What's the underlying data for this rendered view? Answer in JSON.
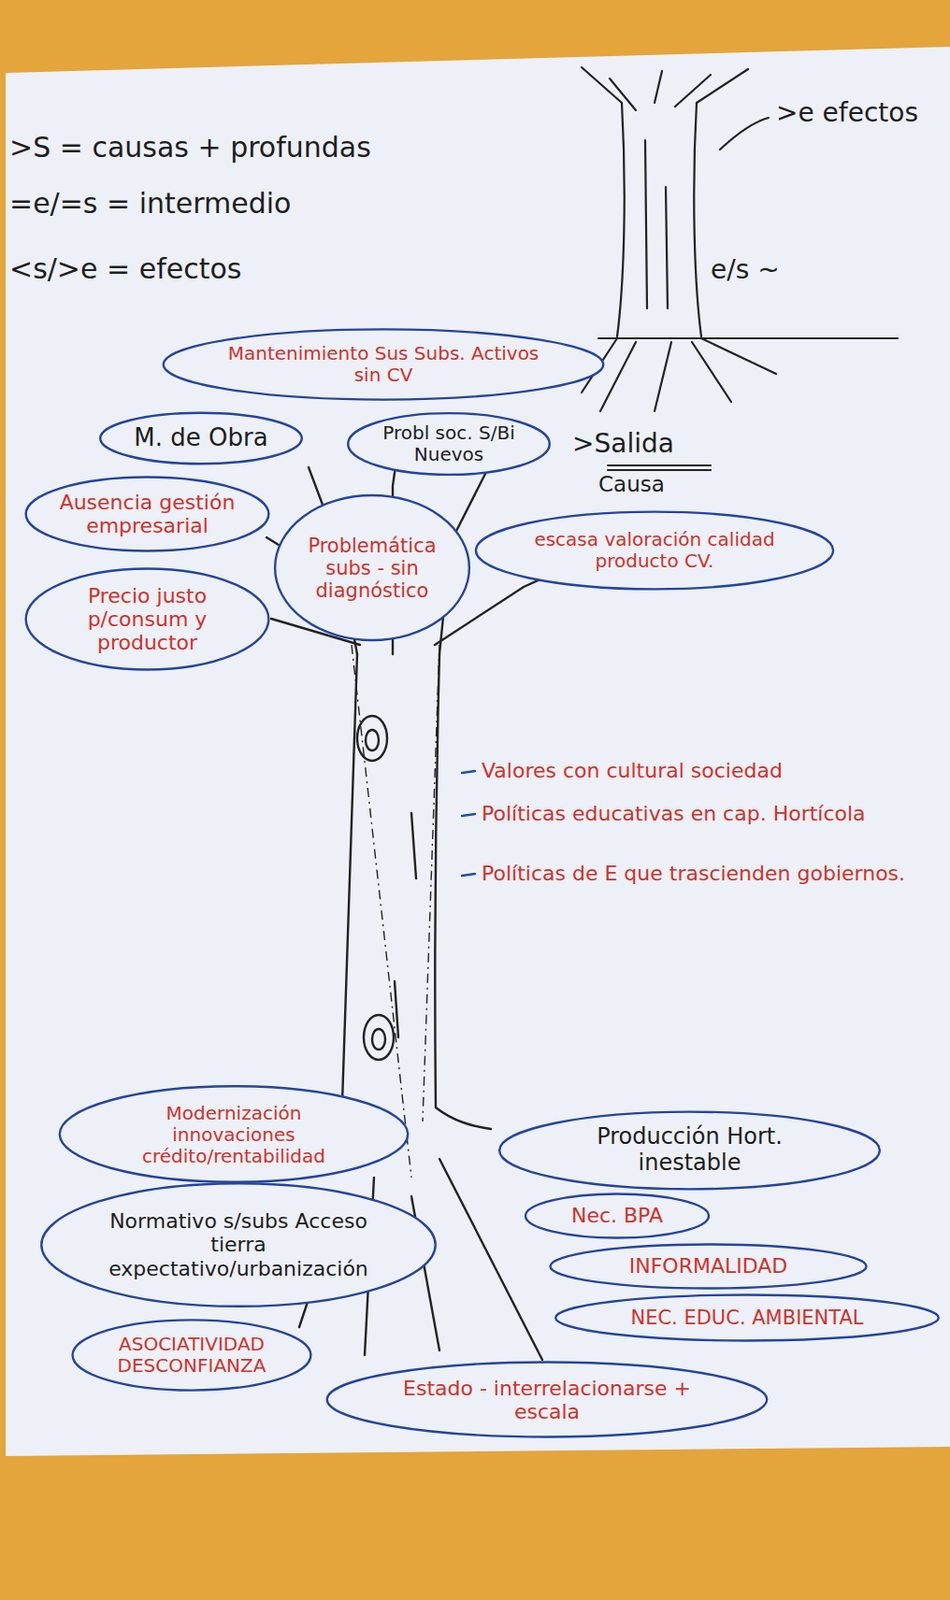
{
  "diagram": {
    "nodes": [
      {
        "text": [
          "Mantenimiento Sus Subs. Activos sin CV"
        ]
      },
      {
        "text": [
          "M. de Obra"
        ]
      },
      {
        "text": [
          "Probl soc. S/Bi Nuevos"
        ]
      },
      {
        "text": [
          "Ausencia gestión empresarial"
        ]
      },
      {
        "text": [
          "Problemática subs - sin diagnóstico"
        ]
      },
      {
        "text": [
          "escasa valoración calidad producto CV."
        ]
      },
      {
        "text": [
          "Precio justo p/consum y productor"
        ]
      },
      {
        "text": [
          "Modernización innovaciones crédito/rentabilidad"
        ]
      },
      {
        "text": [
          "Producción Hort. inestable"
        ]
      },
      {
        "text": [
          "Normativo s/subs Acceso tierra expectativo/urbanización"
        ]
      },
      {
        "text": [
          "Nec. BPA"
        ]
      },
      {
        "text": [
          "INFORMALIDAD"
        ]
      },
      {
        "text": [
          "NEC. EDUC. AMBIENTAL"
        ]
      },
      {
        "text": [
          "ASOCIATIVIDAD DESCONFIANZA"
        ]
      },
      {
        "text": [
          "Estado - interrelacionarse + escala"
        ]
      }
    ],
    "labels": [
      ">S = causas + profundas",
      "=e/=s = intermedio",
      "<s/>e = efectos",
      ">e efectos",
      "e/s ~",
      ">Salida",
      "Causa",
      "Valores con cultural sociedad",
      "Políticas educativas en cap. Hortícola",
      "Políticas de E que trascienden gobiernos."
    ]
  }
}
